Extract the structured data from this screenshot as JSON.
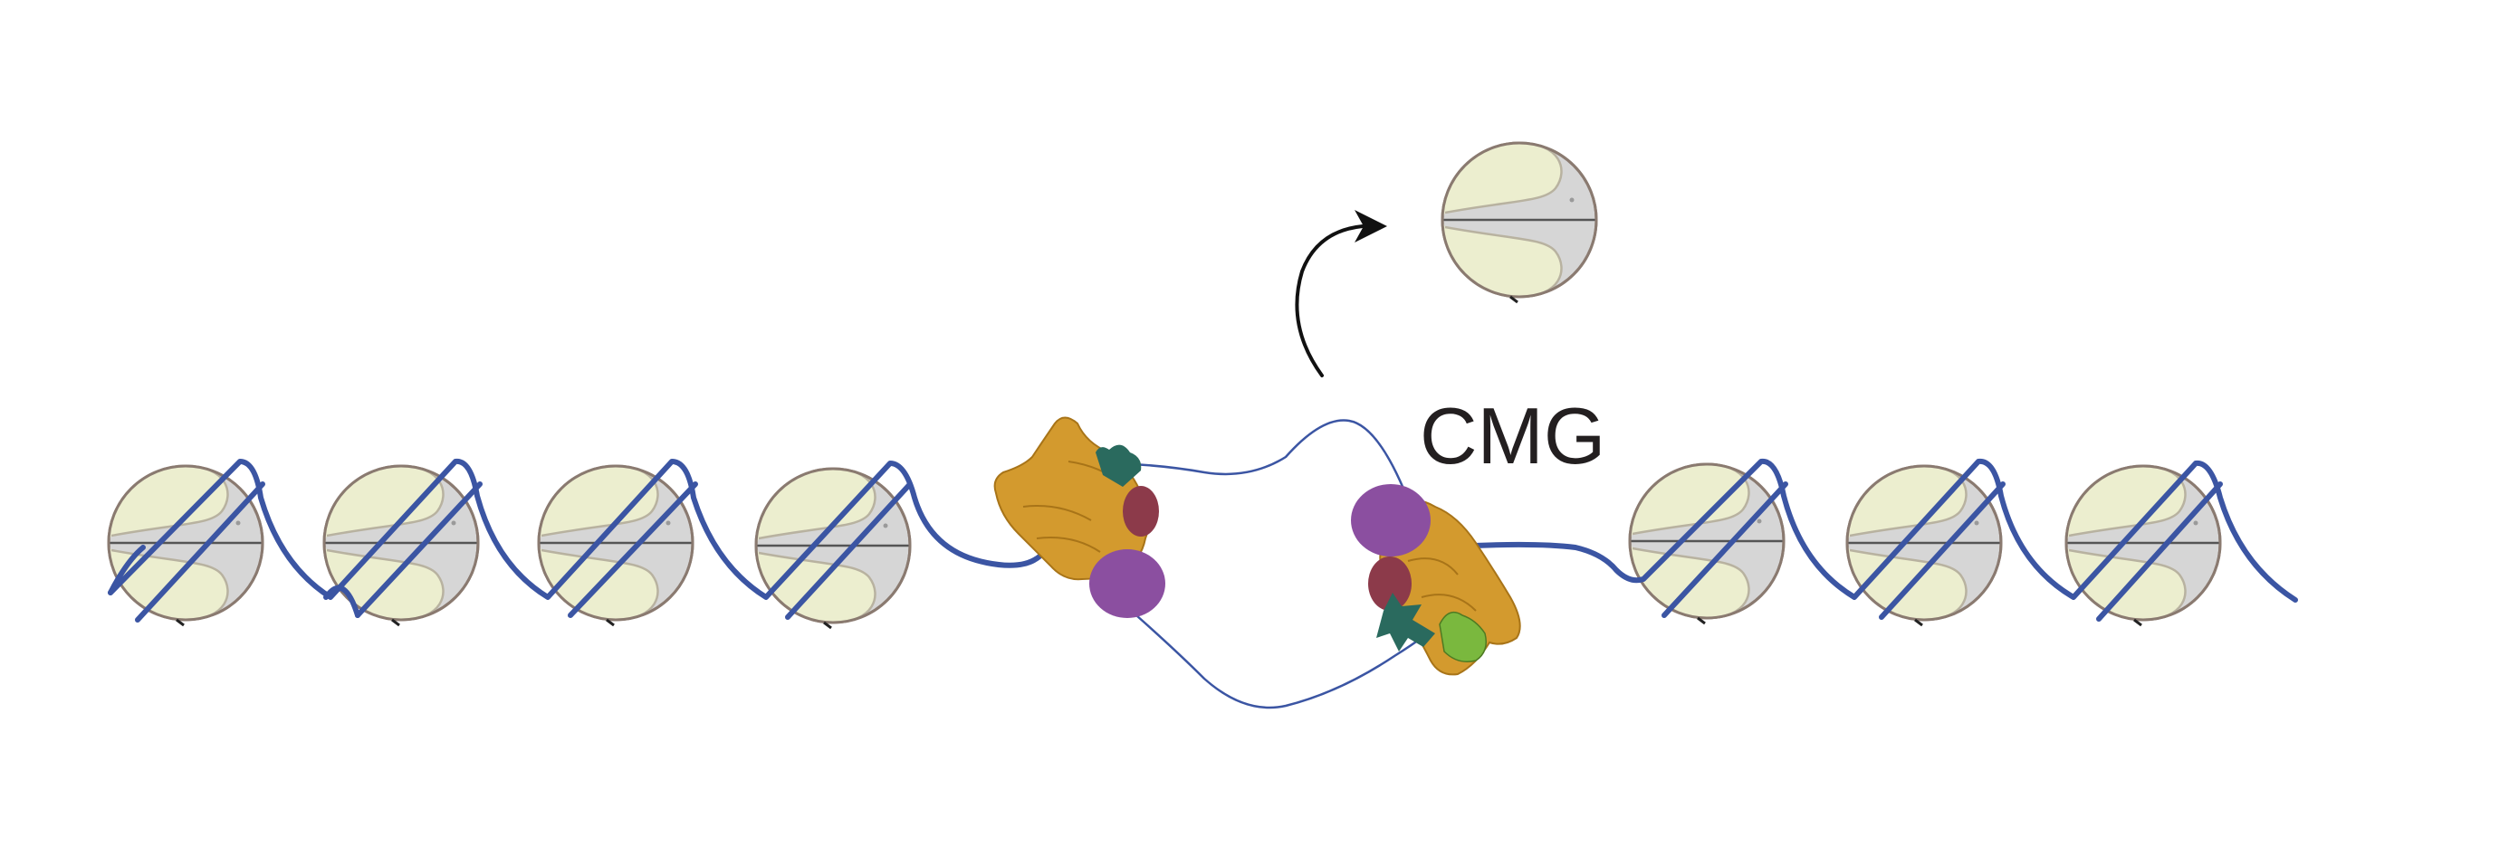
{
  "diagram": {
    "label": "CMG",
    "colors": {
      "dna": "#3b55a3",
      "nucleosome_light": "#eceecf",
      "nucleosome_gray": "#d6d6d6",
      "nucleosome_outline": "#8a7a70",
      "mcm_ring": "#d39a2e",
      "cdc45": "#8b4fa0",
      "gins_dark": "#8c3a4a",
      "gins_teal": "#2a6a5e",
      "gins_green": "#7ab83e",
      "arrow": "#111111"
    },
    "nucleosome_count_left": 4,
    "nucleosome_count_right": 3,
    "evicted_nucleosome_count": 1,
    "helicase_count": 2
  }
}
